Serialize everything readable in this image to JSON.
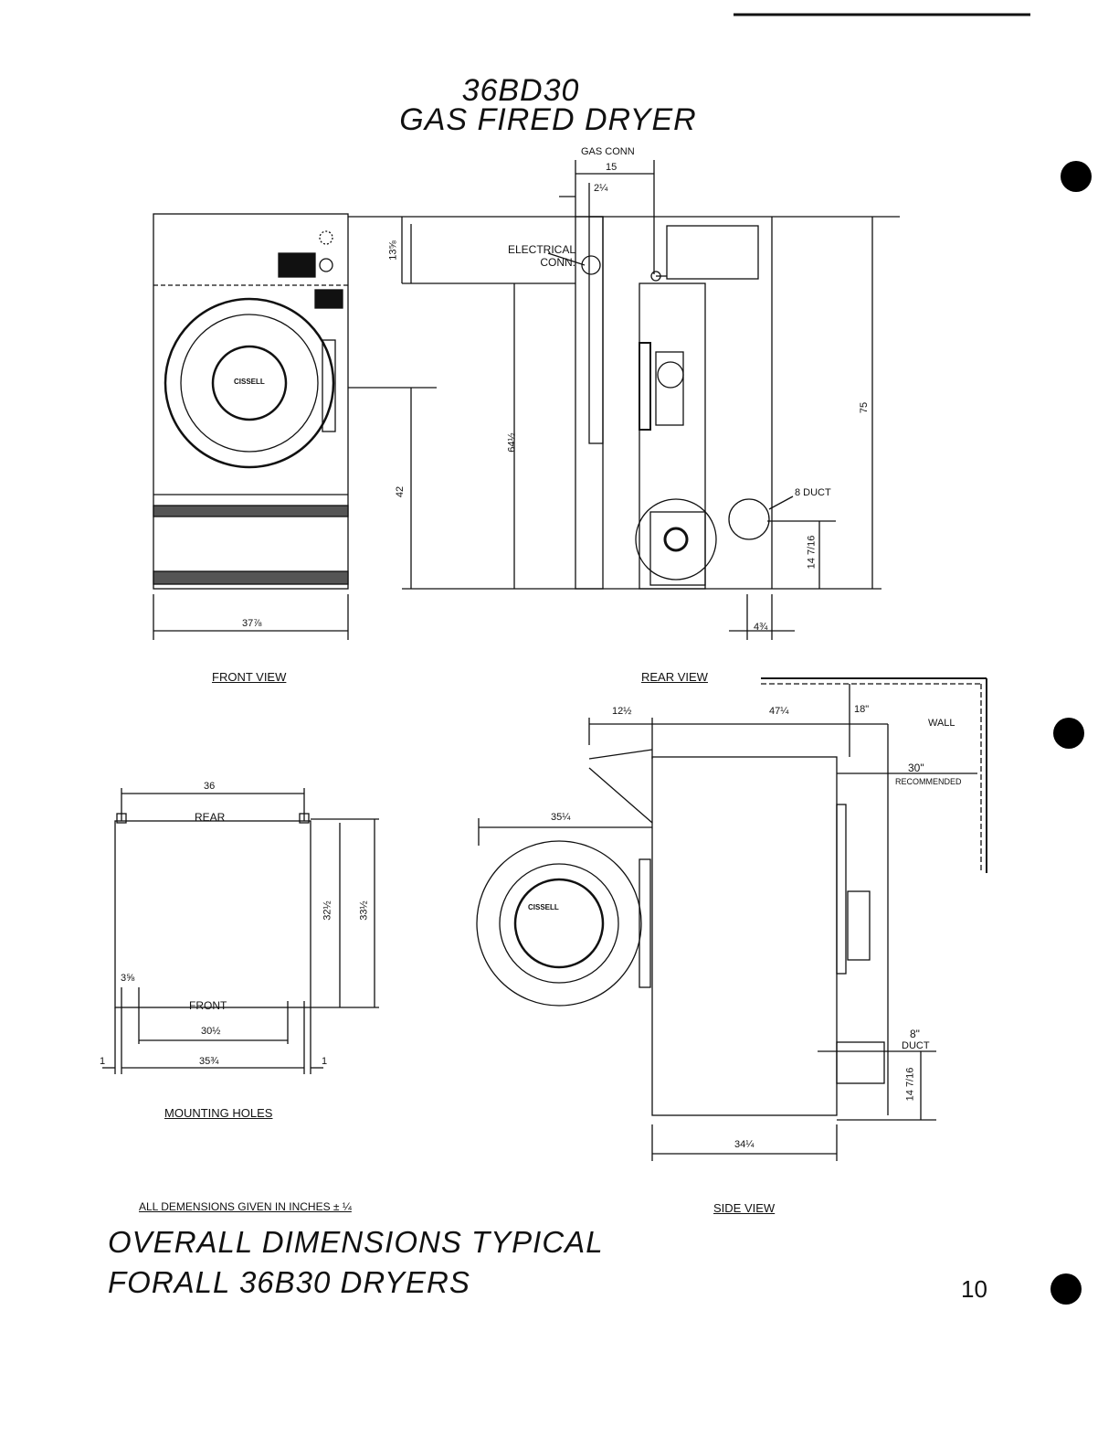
{
  "header": {
    "model": "36BD30",
    "subtitle": "GAS FIRED DRYER"
  },
  "front_view": {
    "caption": "FRONT VIEW",
    "width_dim": "37⅞",
    "height_dim": "42",
    "brand": "CISSELL"
  },
  "rear_view": {
    "caption": "REAR VIEW",
    "gas_conn_label": "GAS CONN",
    "gas_conn_dim": "15",
    "gas_offset_dim": "2¼",
    "electrical_label": "ELECTRICAL CONN.",
    "top_offset_dim": "13⅝",
    "conn_height_dim": "64½",
    "overall_height_dim": "75",
    "duct_label": "8 DUCT",
    "duct_height_dim": "14 7/16",
    "duct_offset_dim": "4¾"
  },
  "mounting": {
    "caption": "MOUNTING HOLES",
    "rear_label": "REAR",
    "front_label": "FRONT",
    "width_dim": "36",
    "depth_dim_inner": "32½",
    "depth_dim_outer": "33½",
    "edge_offset_dim": "3⅝",
    "front_span_dim": "30½",
    "overall_span_dim": "35¾",
    "margin_left": "1",
    "margin_right": "1"
  },
  "side_view": {
    "caption": "SIDE VIEW",
    "front_offset_dim": "12½",
    "top_depth_dim": "47¼",
    "wall_gap_dim": "18\"",
    "wall_label": "WALL",
    "recommended_dim": "30\"",
    "recommended_label": "RECOMMENDED",
    "door_depth_dim": "35¼",
    "duct_size_dim": "8\"",
    "duct_label": "DUCT",
    "duct_height_dim": "14 7/16",
    "base_depth_dim": "34¼"
  },
  "footer": {
    "note": "ALL DEMENSIONS GIVEN IN INCHES ± ¼",
    "line1": "OVERALL DIMENSIONS TYPICAL",
    "line2": "FORALL 36B30 DRYERS",
    "page_number": "10"
  }
}
